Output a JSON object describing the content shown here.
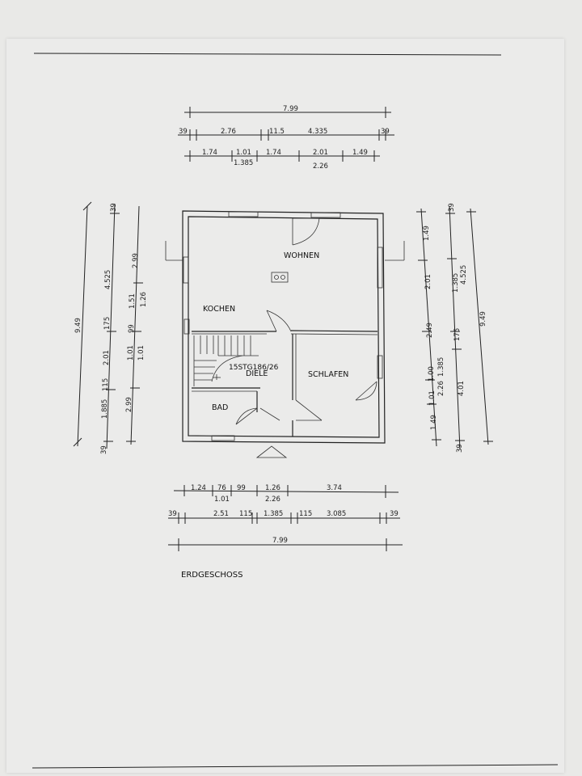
{
  "plan": {
    "title": "ERDGESCHOSS",
    "rooms": {
      "wohnen": "WOHNEN",
      "kochen": "KOCHEN",
      "schlafen": "SCHLAFEN",
      "diele": "DIELE",
      "bad": "BAD",
      "stair": "15STG186/26"
    },
    "dims_top": {
      "overall": "7.99",
      "row2": [
        "39",
        "2.76",
        "11.5",
        "4.335",
        "39"
      ],
      "row3": [
        "1.74",
        "1.01",
        "1.74",
        "2.01",
        "1.49"
      ],
      "row3_sub": [
        "1.385",
        "2.26"
      ]
    },
    "dims_bottom": {
      "row1": [
        "1.24",
        "76",
        "99",
        "1.26",
        "3.74"
      ],
      "row1_sub": [
        "1.01",
        "2.26"
      ],
      "row2": [
        "39",
        "2.51",
        "115",
        "1.385",
        "115",
        "3.085",
        "39"
      ],
      "overall": "7.99"
    },
    "dims_left": {
      "overall": "9.49",
      "col2": [
        "39",
        "4.525",
        "175",
        "2.01",
        "115",
        "1.885",
        "39"
      ],
      "col3": [
        "2.99",
        "1.51",
        "99",
        "1.01",
        "2.99"
      ],
      "col4": [
        "1.26",
        "1.01"
      ]
    },
    "dims_right": {
      "overall": "9.49",
      "col1": [
        "1.49",
        "2.01",
        "2.49",
        "1.00",
        "1.01",
        "1.49"
      ],
      "col2": [
        "39",
        "1.385",
        "175",
        "2.26",
        "39"
      ],
      "col3": [
        "4.525",
        "1.385",
        "4.01"
      ]
    }
  }
}
